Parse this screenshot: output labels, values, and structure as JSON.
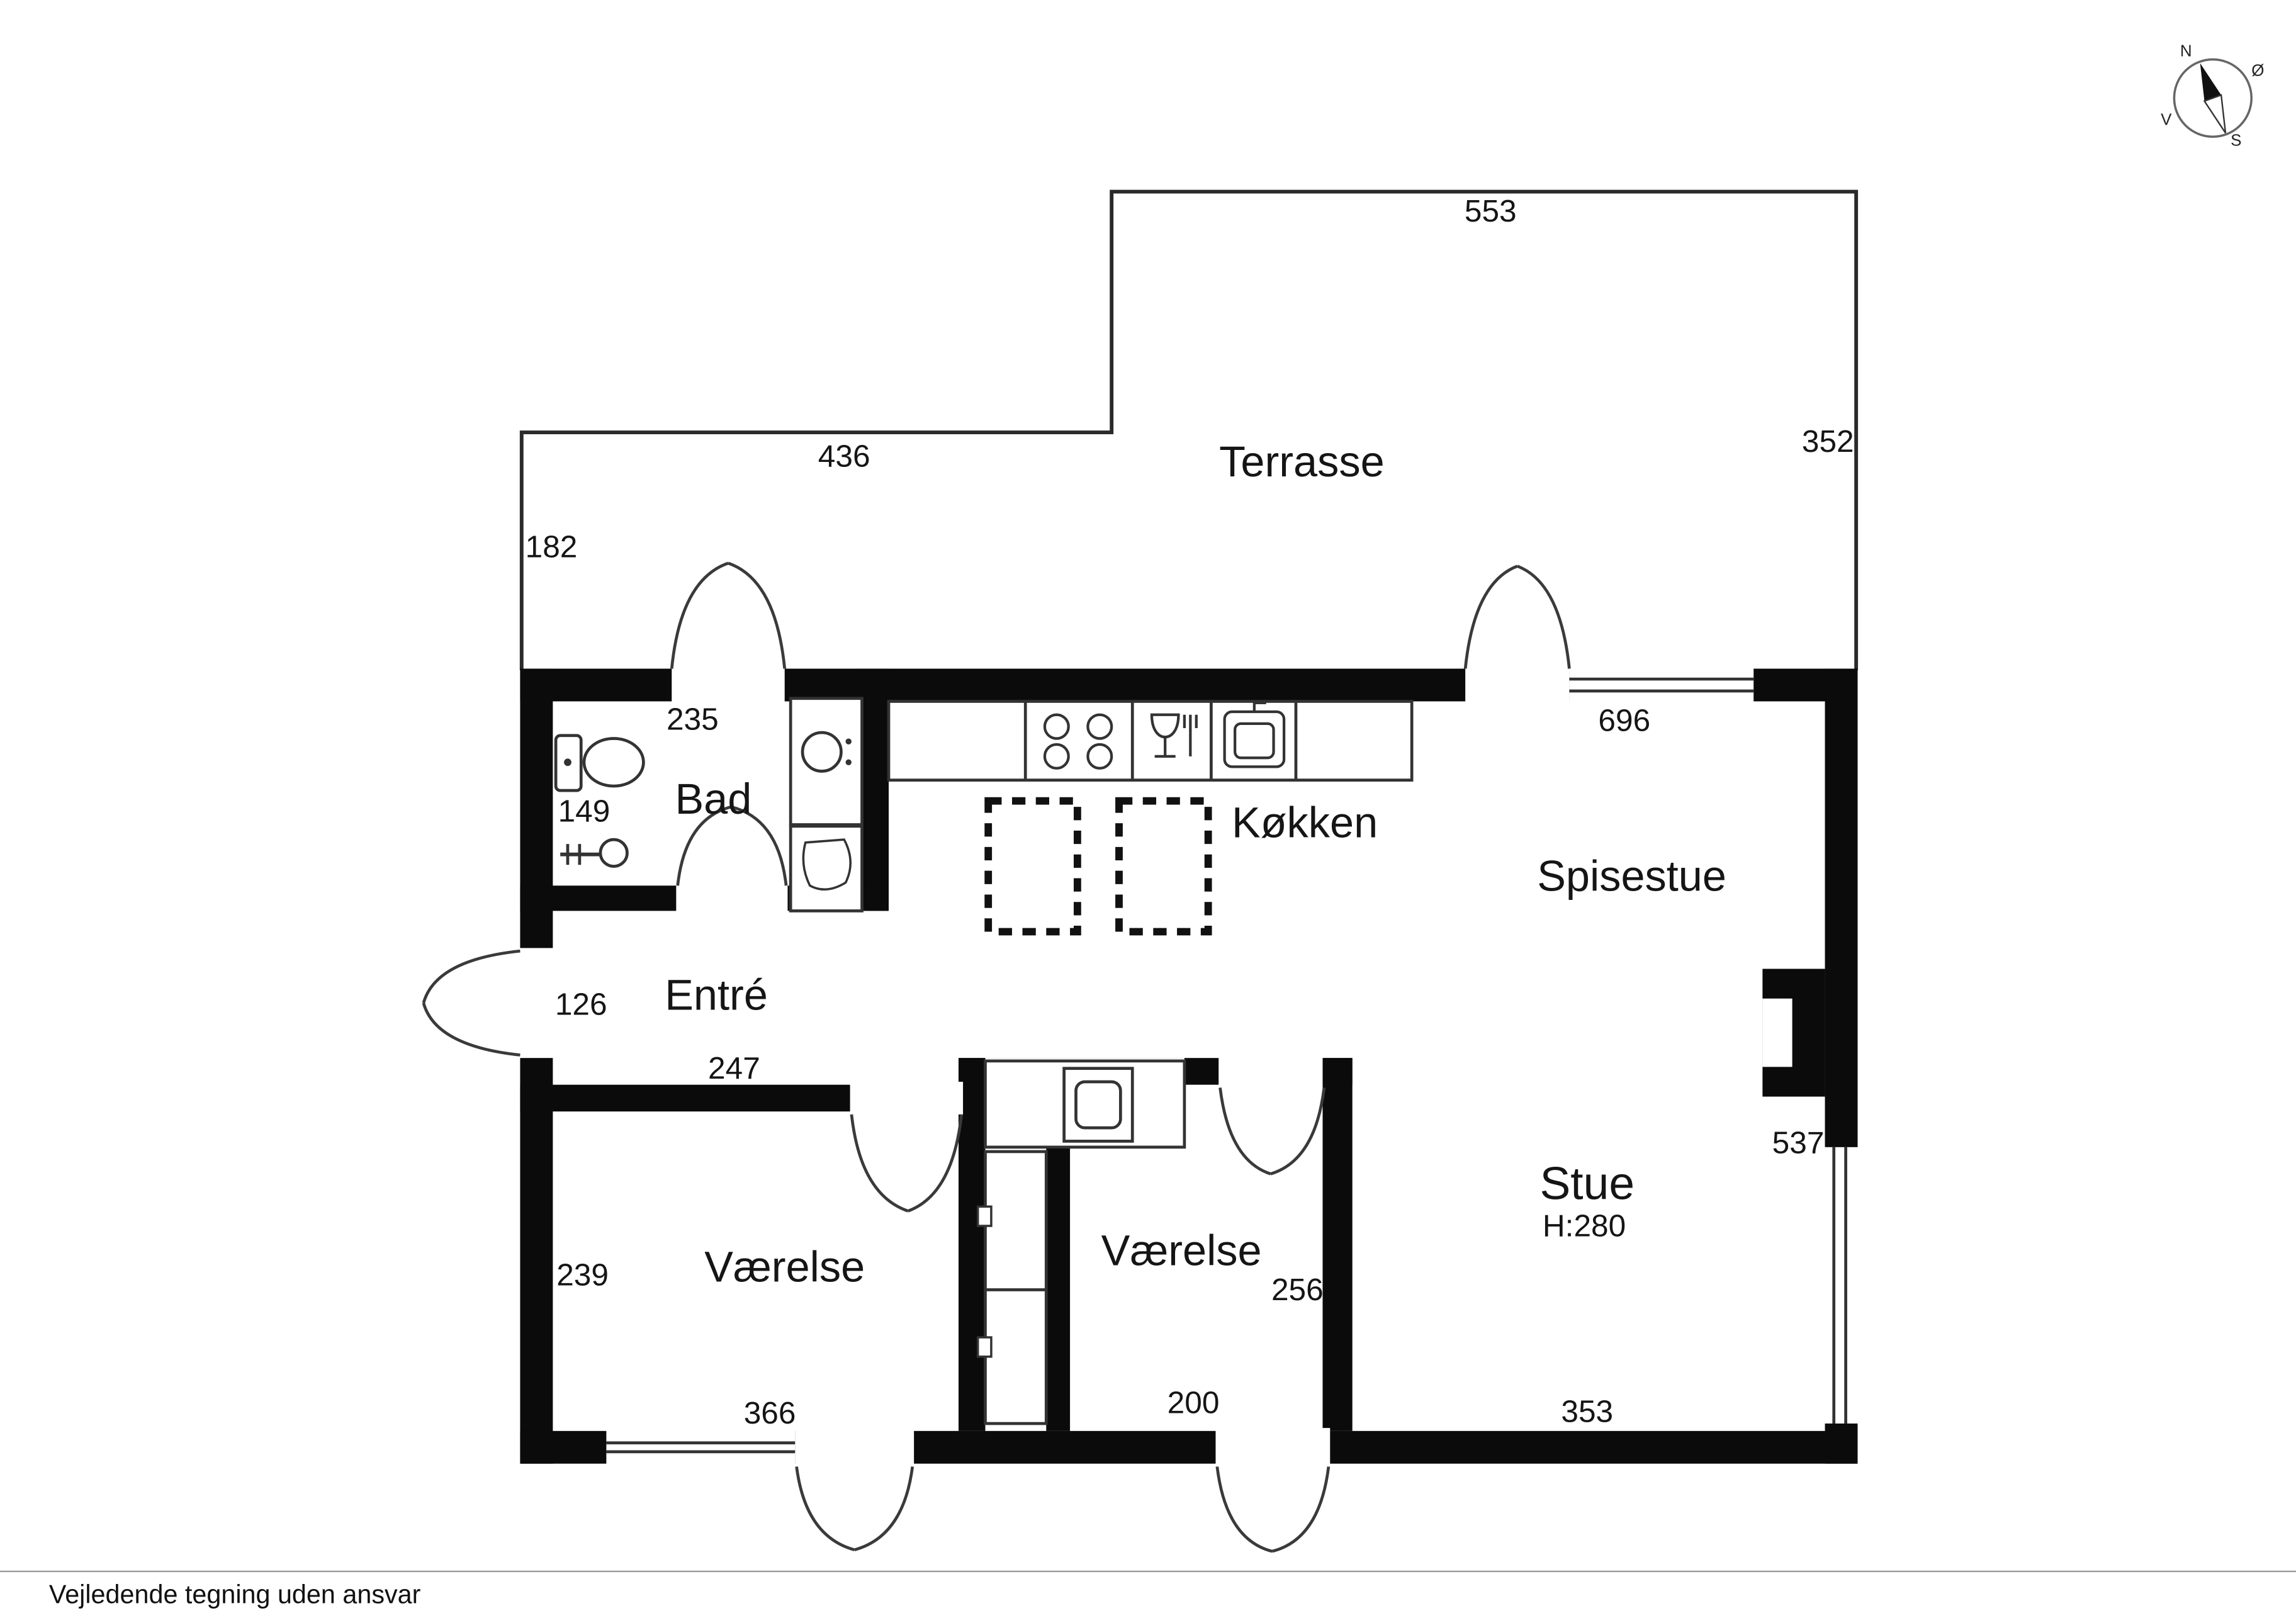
{
  "rooms": {
    "terrasse": "Terrasse",
    "bad": "Bad",
    "kokken": "Køkken",
    "spisestue": "Spisestue",
    "entre": "Entré",
    "vaerelse1": "Værelse",
    "vaerelse2": "Værelse",
    "stue": "Stue",
    "stue_ceiling": "H:280"
  },
  "measurements": {
    "terrasse_top": "553",
    "terrasse_upper_width": "436",
    "terrasse_right": "352",
    "terrasse_left": "182",
    "bad_width": "235",
    "bad_height": "149",
    "spisestue_top": "696",
    "entre_left": "126",
    "entre_width": "247",
    "vaerelse1_height": "239",
    "vaerelse1_width": "366",
    "vaerelse2_width": "200",
    "vaerelse2_height": "256",
    "stue_bottom": "353",
    "stue_right": "537"
  },
  "compass": {
    "n": "N",
    "e": "Ø",
    "s": "S",
    "w": "V"
  },
  "footer": "Vejledende tegning uden ansvar"
}
